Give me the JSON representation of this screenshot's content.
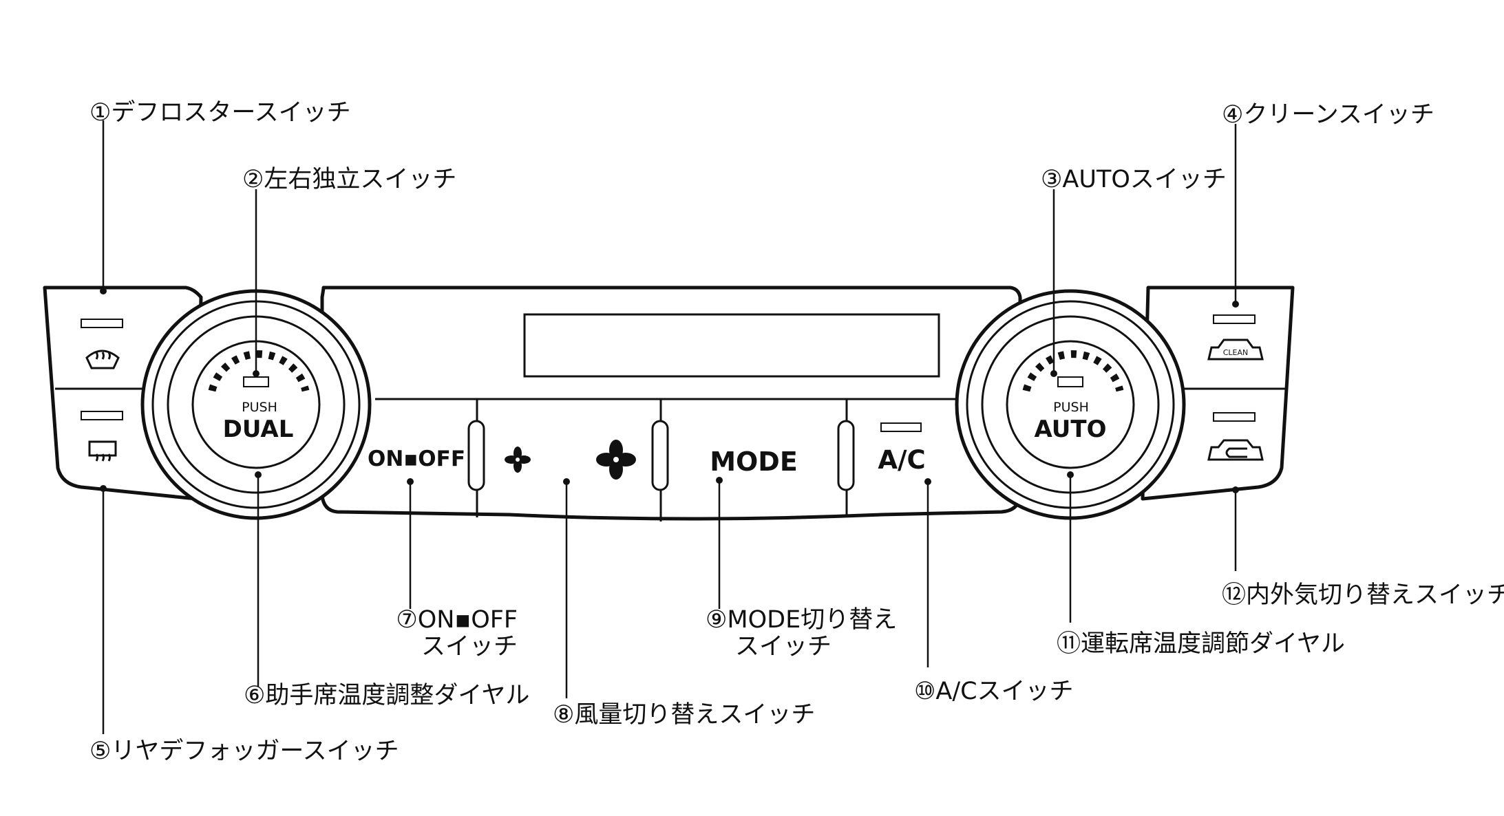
{
  "callouts": [
    {
      "id": "defroster",
      "text": "①デフロスタースイッチ"
    },
    {
      "id": "dual",
      "text": "②左右独立スイッチ"
    },
    {
      "id": "auto",
      "text": "③AUTOスイッチ"
    },
    {
      "id": "clean",
      "text": "④クリーンスイッチ"
    },
    {
      "id": "rear-defogger",
      "text": "⑤リヤデフォッガースイッチ"
    },
    {
      "id": "passenger-dial",
      "text": "⑥助手席温度調整ダイヤル"
    },
    {
      "id": "onoff",
      "line1": "⑦ON▪OFF",
      "line2": "スイッチ"
    },
    {
      "id": "fan",
      "text": "⑧風量切り替えスイッチ"
    },
    {
      "id": "mode",
      "line1": "⑨MODE切り替え",
      "line2": "スイッチ"
    },
    {
      "id": "ac",
      "text": "⑩A/Cスイッチ"
    },
    {
      "id": "driver-dial",
      "text": "⑪運転席温度調節ダイヤル"
    },
    {
      "id": "recirc",
      "text": "⑫内外気切り替えスイッチ"
    }
  ],
  "panel": {
    "left_knob": {
      "push": "PUSH",
      "label": "DUAL"
    },
    "right_knob": {
      "push": "PUSH",
      "label": "AUTO"
    },
    "onoff_label": "ON▪OFF",
    "mode_label": "MODE",
    "ac_label": "A/C",
    "clean_label": "CLEAN"
  },
  "icons": [
    "front-defroster-icon",
    "rear-defogger-icon",
    "fan-low-icon",
    "fan-high-icon",
    "clean-car-icon",
    "recirculation-car-icon"
  ]
}
